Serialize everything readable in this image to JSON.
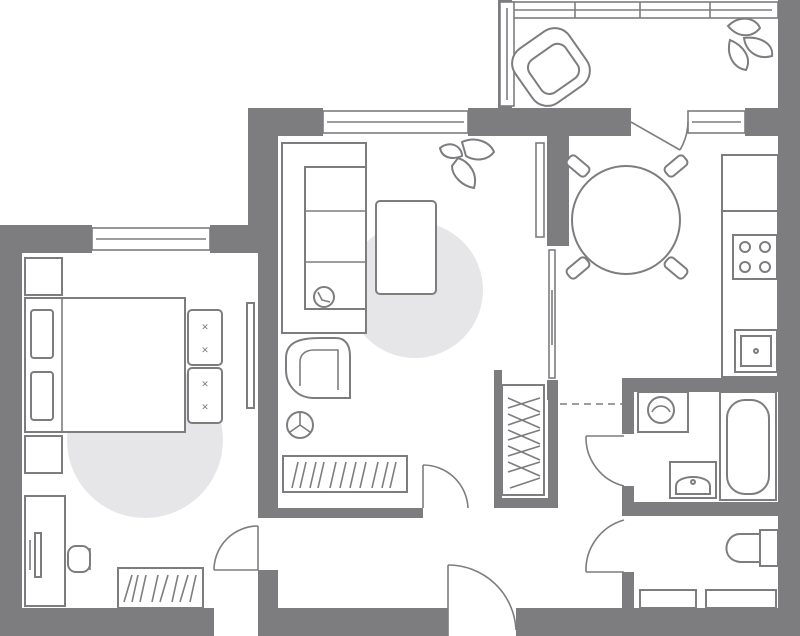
{
  "plan": {
    "title": "",
    "colors": {
      "wall": "#7d7d80",
      "rug": "#e6e6e8",
      "background": "#ffffff"
    },
    "rooms": [
      "bedroom",
      "living-room",
      "kitchen",
      "balcony",
      "bathroom",
      "toilet",
      "hallway"
    ]
  }
}
